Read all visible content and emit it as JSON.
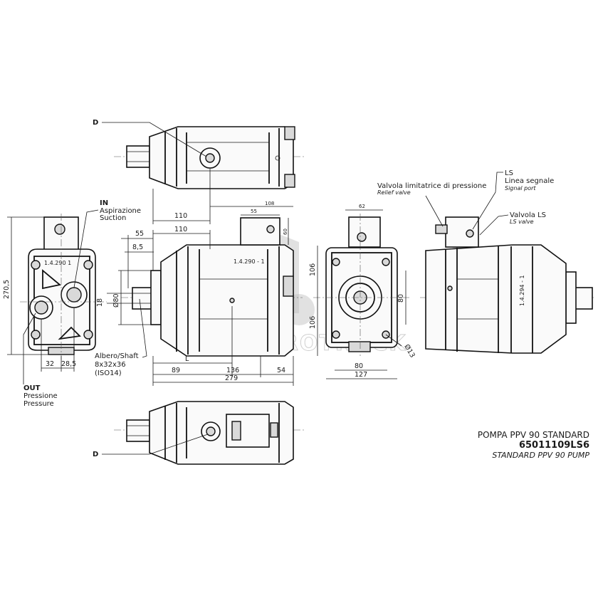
{
  "labels": {
    "d_top": "D",
    "d_bottom": "D",
    "in_title": "IN",
    "in_l1": "Aspirazione",
    "in_l2": "Suction",
    "out_title": "OUT",
    "out_l1": "Pressione",
    "out_l2": "Pressure",
    "shaft_l1": "Albero/Shaft",
    "shaft_l2": "8x32x36",
    "shaft_l3": "(ISO14)",
    "relief_l1": "Valvola limitatrice di pressione",
    "relief_l2": "Relief valve",
    "ls_l1": "LS",
    "ls_l2": "Linea segnale",
    "ls_l3": "Signal port",
    "lsv_l1": "Valvola LS",
    "lsv_l2": "LS valve",
    "plate_front": "1.4.290 1",
    "plate_side": "1.4.290 - 1",
    "plate_rear": "1.4.294 - 1",
    "watermark": "HYDROTRUCK"
  },
  "dimensions": {
    "d110_top": "110",
    "d110_mid": "110",
    "d55": "55",
    "d8_5": "8,5",
    "dia80": "Ø80",
    "d18": "18",
    "L": "L",
    "d89": "89",
    "d136": "136",
    "d54": "54",
    "d279": "279",
    "d108": "108",
    "d55_top": "55",
    "d60": "60",
    "d270_5": "270,5",
    "d32": "32",
    "d28_5": "28,5",
    "d62": "62",
    "d106a": "106",
    "d106b": "106",
    "d80v": "80",
    "dia13": "Ø13",
    "d80h": "80",
    "d127": "127"
  },
  "title_block": {
    "line1": "POMPA PPV 90 STANDARD",
    "line2": "65011109LS6",
    "line3": "STANDARD PPV 90 PUMP"
  }
}
